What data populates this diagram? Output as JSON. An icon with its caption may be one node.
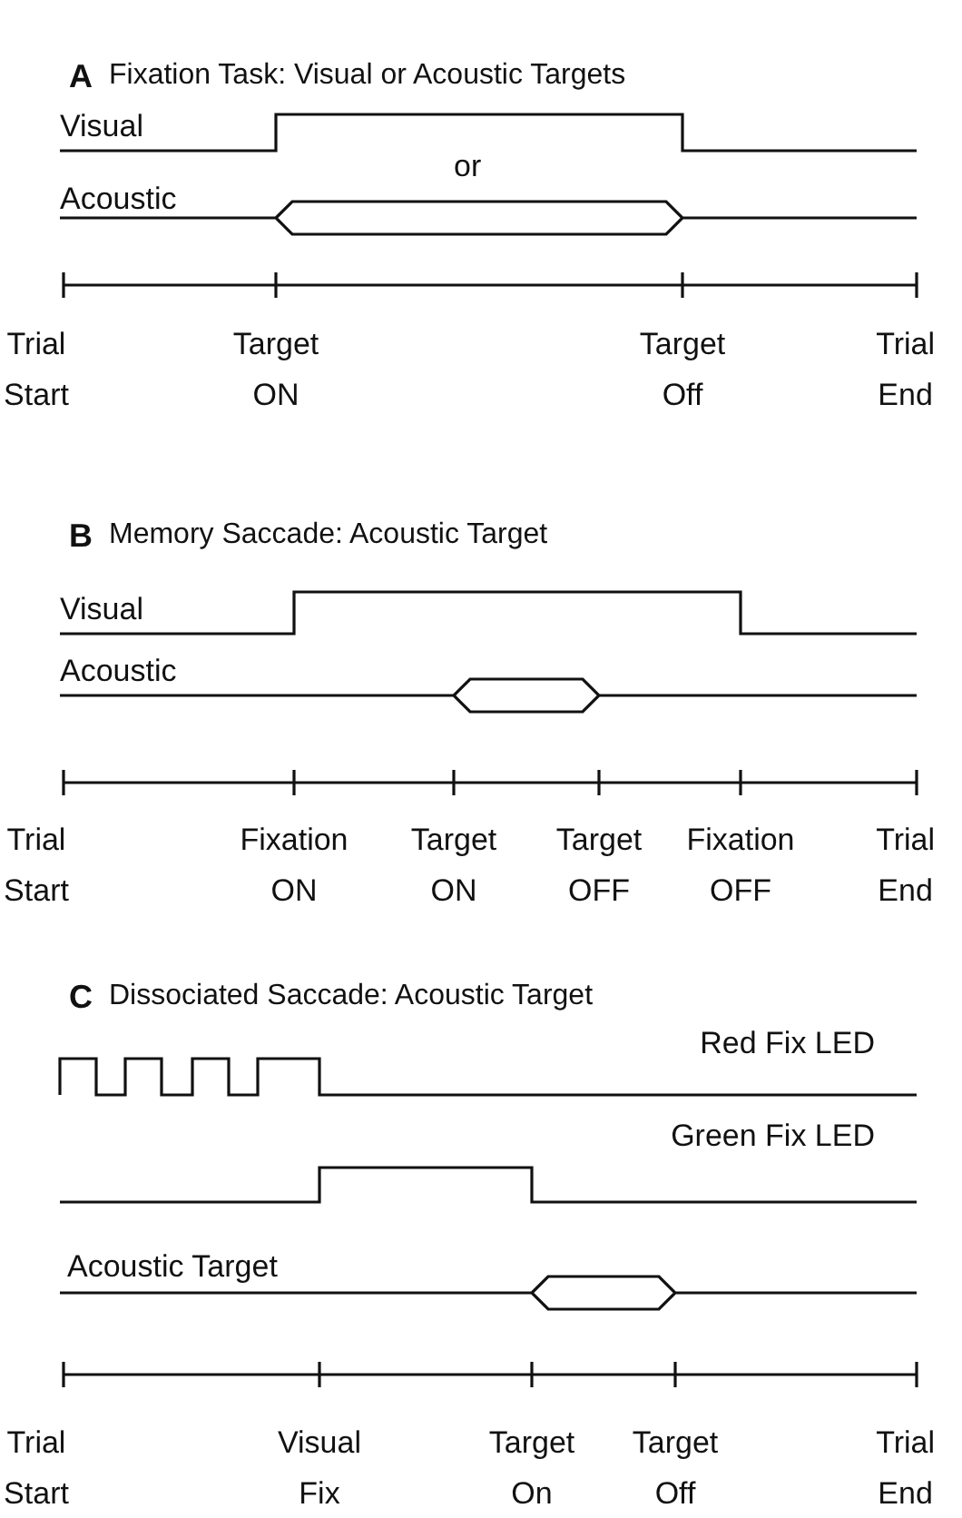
{
  "diagram": {
    "labels": [
      "A",
      "Fixation Task: Visual or Acoustic Targets",
      "Visual",
      "or",
      "Acoustic",
      "Trial Start",
      "Target ON",
      "Target Off",
      "Trial End",
      "B",
      "Memory Saccade: Acoustic Target",
      "Visual",
      "Acoustic",
      "Trial Start",
      "Fixation ON",
      "Target ON",
      "Target OFF",
      "Fixation OFF",
      "Trial End",
      "C",
      "Dissociated Saccade: Acoustic Target",
      "Red Fix LED",
      "Green Fix LED",
      "Acoustic Target",
      "Trial Start",
      "Visual Fix",
      "Target On",
      "Target Off",
      "Trial End"
    ]
  }
}
